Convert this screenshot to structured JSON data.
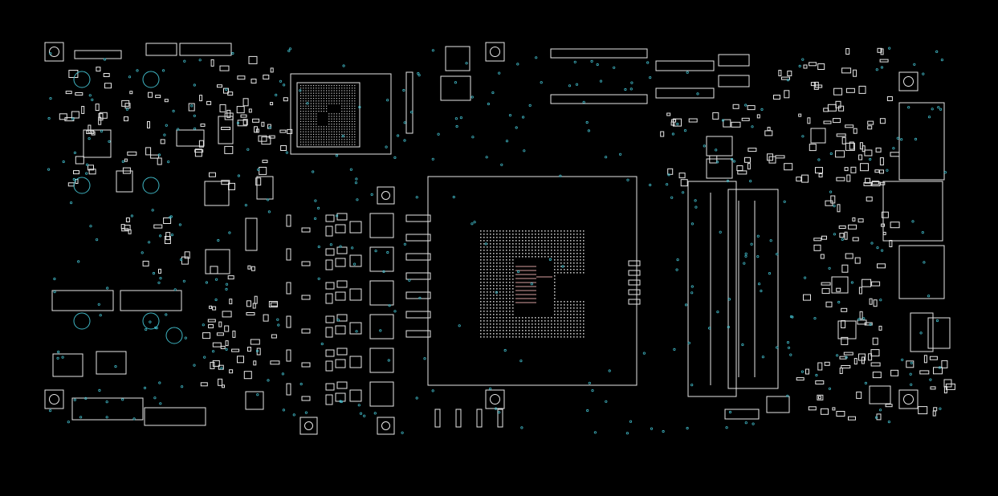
{
  "view": {
    "background": "#000000",
    "outline_color": "#e6e6e6",
    "via_color": "#3fb6c4",
    "highlight_color": "#d9a0a0"
  },
  "components": {
    "cpu_socket": "cpu-socket",
    "ram_slots": "ram-slot",
    "northbridge_bga": "bga-chip",
    "vrm_mosfets": "mosfet",
    "io_connectors": "connector"
  }
}
